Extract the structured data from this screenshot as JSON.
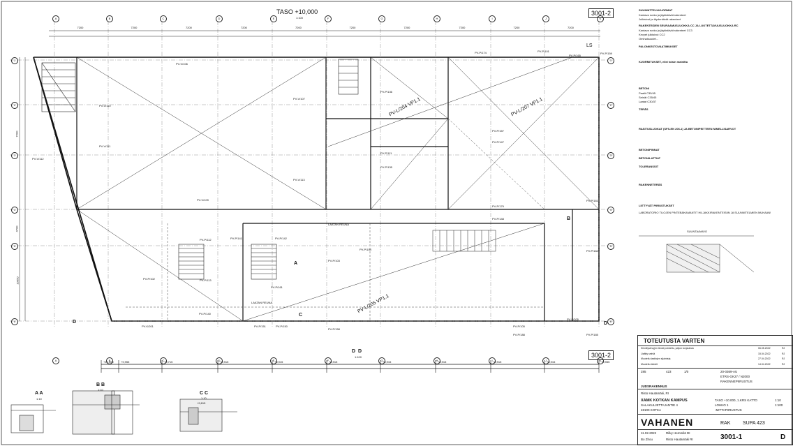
{
  "plan": {
    "title": "TASO +10,000",
    "scale": "1:100",
    "sheet_ref_top": "3001-2",
    "sheet_ref_side": "3001-2",
    "column_axes": [
      "A",
      "B",
      "C",
      "D",
      "E",
      "F",
      "G",
      "H",
      "I",
      "J",
      "K"
    ],
    "row_axes": [
      "1",
      "2",
      "3",
      "4",
      "5",
      "6"
    ],
    "dims_top": [
      "7200",
      "7200",
      "7200",
      "7200",
      "7200",
      "7200",
      "7200",
      "7200",
      "7200",
      "7200"
    ],
    "dims_left": [
      "7200",
      "4700",
      "10050"
    ],
    "labels": [
      "PV-V/110",
      "PV-V/111",
      "PV-V/112",
      "PV-V/107",
      "PV-V/113",
      "PV-V/109",
      "PV-V/106",
      "PV-L/204 VP1.1",
      "PV-L/207 VP1.1",
      "PV-L/205 VP1.1",
      "PV-P/111",
      "PV-P/135",
      "PV-P/136",
      "PV-P/147",
      "PV-P/157",
      "PV-P/174",
      "PV-P/101",
      "PV-P/165",
      "PV-P/159",
      "PV-P/179",
      "PV-P/148",
      "PV-P/181",
      "PV-P/184",
      "PV-P/141",
      "PV-P/142",
      "PV-P/112",
      "PV-P/113",
      "PV-P/102",
      "PV-P/103",
      "PV-P/104",
      "PV-P/161",
      "PV-P/150",
      "PV-P/151",
      "PV-P/140",
      "PV-P/158",
      "PV-P/188",
      "PV-P/105",
      "PV-P/185",
      "PV-K/201",
      "PV-K/205",
      "LS",
      "LAATAN REUNA",
      "LAATAN REUNA"
    ],
    "section_marks": [
      "A",
      "B",
      "C",
      "D"
    ],
    "section_elevations": [
      "+10.000",
      "+9,955",
      "+9,715",
      "+9,915",
      "+9,915",
      "+9,915",
      "+9,915",
      "+9,915",
      "+9,915",
      "+9,915",
      "+9,955"
    ],
    "detail_titles": [
      "A A",
      "B B",
      "C C"
    ],
    "detail_scale": "1:10",
    "detail_elev": "+9,615",
    "suunta": "SUUNTAAVAVO"
  },
  "notes": {
    "heading1": "SUUNNITTELUKUORMAT",
    "lines1": [
      "Kantava runko ja jäykistävät rakenteet",
      "Julkisivut ja täydentävät rakenteet"
    ],
    "heading2": "RAKENTEIDEN SEURAAMUSLUOKKA CC JA LUOTETTAVUUSLUOKKA RC",
    "lines2": [
      "Kantava runko ja jäykistävät rakenteet  CC3",
      "Kevyet julkisivut  CC2",
      "Ominaisuudet..."
    ],
    "heading3": "PALONKESTOVAATIMUKSET",
    "heading4": "KUORMITUKSET, ellei toisin mainittu",
    "heading5": "BETONI",
    "beton": [
      "Paalit  C35/45",
      "Seinät  C35/45",
      "Laatat  C30/37"
    ],
    "heading6": "TERÄS",
    "heading7": "RASITUSLUOKAT (SFS-EN 206-1) JA BETONIPEITTEEN NIMELLISARVOT",
    "heading8": "BETONIPINNAT",
    "heading9": "BETONILATTIAT",
    "heading10": "TOLERANSSIT",
    "heading11": "RAKENNETERÄS",
    "heading12": "LIITTYVÄT PIIRUSTUKSET",
    "footer": "LABORATORIO TILOJEN PINTEBÄKAMANTIT HILJAKKIRAKENTEISIIN JA SUUNNITELMIEN MUKAAN!"
  },
  "title_block": {
    "status": "TOTEUTUSTA VARTEN",
    "revisions": [
      {
        "text": "Kiinnityslevyjen tiedot poistettu, paljon korjauksia",
        "date": "06.05.2022",
        "mark": "RJ"
      },
      {
        "text": "Lisätty seiniä",
        "date": "15.04.2022",
        "mark": "RJ"
      },
      {
        "text": "Muutettu laattojen sijainteja",
        "date": "27.04.2022",
        "mark": "RJ"
      },
      {
        "text": "Muutettu tekstit",
        "date": "14.04.2022",
        "mark": "RJ"
      }
    ],
    "project_no": "20-0369-AU",
    "coords": "ETRS-GK27 / N2000",
    "field_285": "285",
    "field_423": "423",
    "field_1": "1/0",
    "design_type": "RAKENNEPIIRUSTUS",
    "section": "JUDSRAKENNUS",
    "designer": "Risto Hautamäki, RI",
    "client": "XAMK KOTKAN KAMPUS",
    "address1": "SALAKULJETTAJANTIE 4",
    "address2": "48100 KOTKA",
    "content1": "TASO +10.000, 1.KRS KATTO",
    "content2": "LOHKO 1",
    "content3": "-MITTAPIIRUSTUS",
    "scale1": "1:10",
    "scale2": "1:100",
    "sheet_no": "3001-1",
    "company": "VAHANEN",
    "code_rak": "RAK",
    "code_supa": "SUPA 423",
    "date": "11.02.2022",
    "drawn_by": "Rilky Hemmilä DI",
    "checker": "Bo Zhou",
    "approver": "Risto Hautamäki RI",
    "revision": "D"
  }
}
